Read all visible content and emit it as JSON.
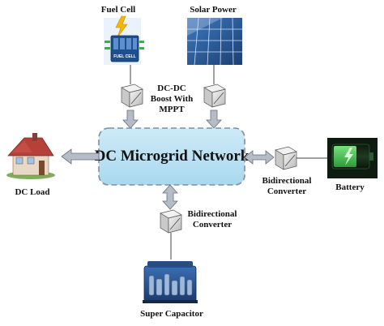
{
  "sources": {
    "fuel_cell": {
      "label": "Fuel Cell",
      "badge": "FUEL CELL"
    },
    "solar_power": {
      "label": "Solar Power"
    }
  },
  "network": {
    "label": "DC Microgrid Network"
  },
  "converters": {
    "top": {
      "label_lines": [
        "DC-DC",
        "Boost With",
        "MPPT"
      ]
    },
    "right": {
      "label_lines": [
        "Bidirectional",
        "Converter"
      ]
    },
    "bottom": {
      "label_lines": [
        "Bidirectional",
        "Converter"
      ]
    }
  },
  "loads": {
    "dc_load": {
      "label": "DC Load"
    },
    "battery": {
      "label": "Battery"
    },
    "super_capacitor": {
      "label": "Super Capacitor"
    }
  },
  "colors": {
    "network_fill": "#bfe3f3",
    "network_border": "#7d8fa3",
    "arrow_fill": "#b5bcc7",
    "arrow_stroke": "#66707c",
    "battery_green": "#39b54a",
    "panel_blue": "#2d5f9e"
  }
}
